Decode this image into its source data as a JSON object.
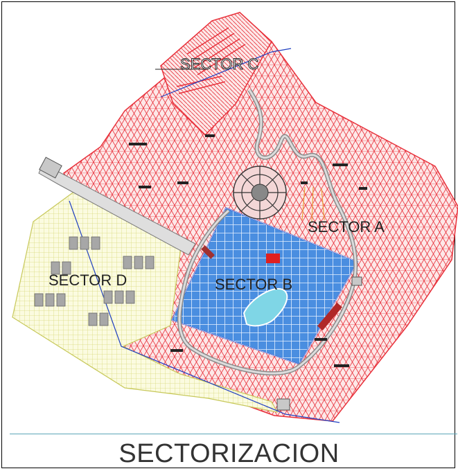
{
  "title": "SECTORIZACION",
  "sectors": [
    {
      "id": "A",
      "label": "SECTOR A",
      "color": "#e8303a"
    },
    {
      "id": "B",
      "label": "SECTOR B",
      "color": "#1f6fd0"
    },
    {
      "id": "C",
      "label": "SECTOR C",
      "color": "#e8303a"
    },
    {
      "id": "D",
      "label": "SECTOR D",
      "color": "#e9ea8a"
    }
  ]
}
